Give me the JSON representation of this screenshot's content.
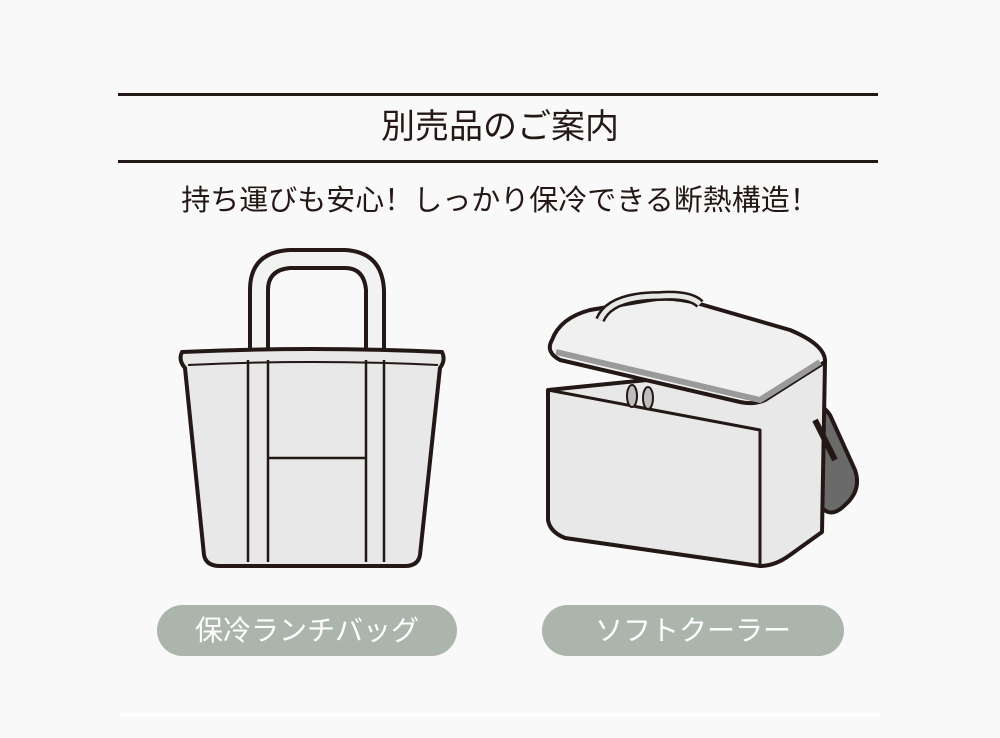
{
  "header": {
    "title": "別売品のご案内"
  },
  "subtitle": "持ち運びも安心！しっかり保冷できる断熱構造！",
  "products": [
    {
      "label": "保冷ランチバッグ",
      "icon": "tote-bag-icon"
    },
    {
      "label": "ソフトクーラー",
      "icon": "cooler-bag-icon"
    }
  ],
  "colors": {
    "background": "#f9f9f9",
    "pill": "#abb5ac",
    "line": "#231815"
  }
}
